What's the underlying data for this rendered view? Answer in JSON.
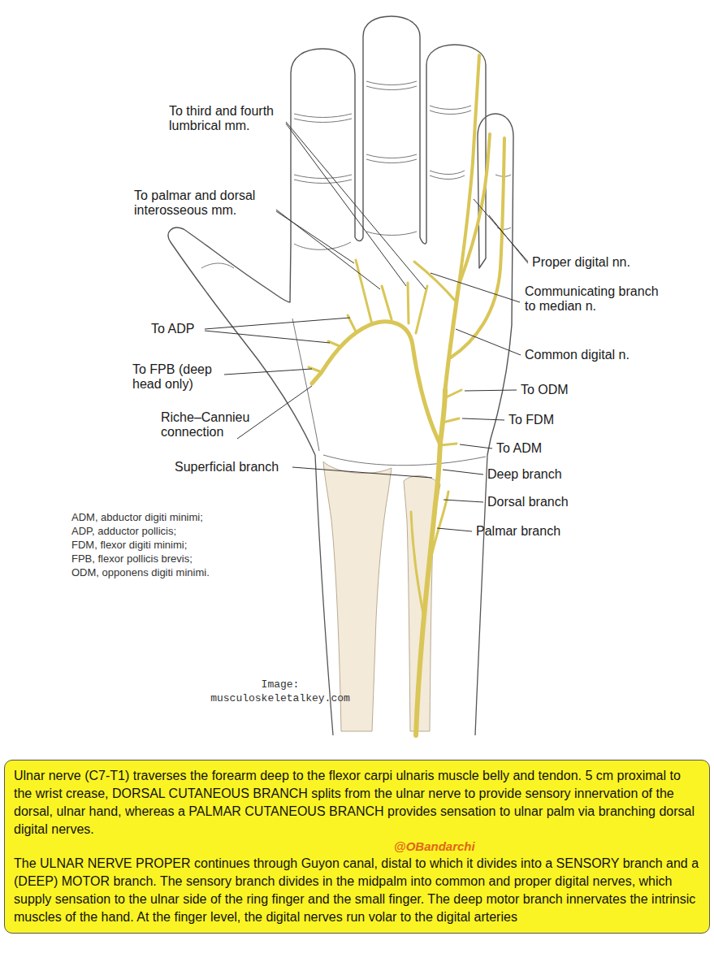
{
  "diagram": {
    "nodes": [
      {
        "text": [
          "Ulnar nerve (C7-T1) traverses the forearm deep to the flexor carpi ulnaris muscle belly and tendon. 5 cm proximal to the wrist crease, DORSAL CUTANEOUS BRANCH splits from the ulnar nerve to provide sensory innervation of the dorsal, ulnar hand, whereas a PALMAR CUTANEOUS BRANCH provides sensation to ulnar palm via branching dorsal digital nerves.",
          "@OBandarchi",
          "The ULNAR NERVE PROPER continues through Guyon canal, distal to which it divides into a SENSORY branch and a (DEEP) MOTOR branch. The sensory branch divides in the midpalm into common and proper digital nerves, which supply sensation to the ulnar side of the ring finger and the small finger. The deep motor branch innervates the intrinsic muscles of the hand. At the finger level, the digital nerves run volar to the digital arteries"
        ]
      }
    ],
    "labels": [
      "To third and fourth lumbrical mm.",
      "To palmar and dorsal interosseous mm.",
      "Proper digital nn.",
      "Communicating branch to median n.",
      "To ADP",
      "Common digital n.",
      "To FPB (deep head only)",
      "To ODM",
      "To FDM",
      "Riche–Cannieu connection",
      "To ADM",
      "Superficial branch",
      "Deep branch",
      "Dorsal branch",
      "Palmar branch",
      "ADM, abductor digiti minimi;",
      "ADP, adductor pollicis;",
      "FDM, flexor digiti minimi;",
      "FPB, flexor pollicis brevis;",
      "ODM, opponens digiti minimi.",
      "Image: musculoskeletalkey.com"
    ]
  }
}
